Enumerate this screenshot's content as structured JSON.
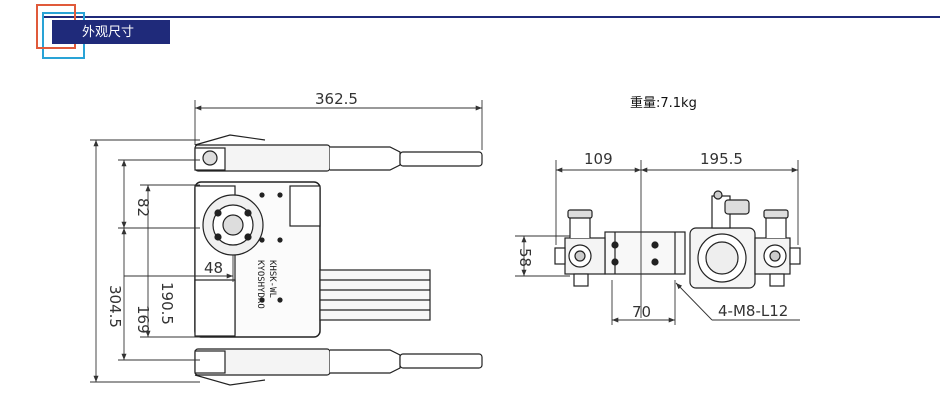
{
  "header": {
    "title": "外观尺寸"
  },
  "weight": "重量:7.1kg",
  "dimensions": {
    "width_top": "362.5",
    "total_height": "304.5",
    "upper_offset": "82",
    "inner_height": "190.5",
    "lower_offset": "169",
    "flange_offset": "48",
    "side_left": "109",
    "side_right": "195.5",
    "side_height": "58",
    "side_pitch": "70",
    "bolt_spec": "4-M8-L12"
  },
  "body_text": {
    "line1": "KYOSHYDRO",
    "line2": "KHSK-WL"
  }
}
